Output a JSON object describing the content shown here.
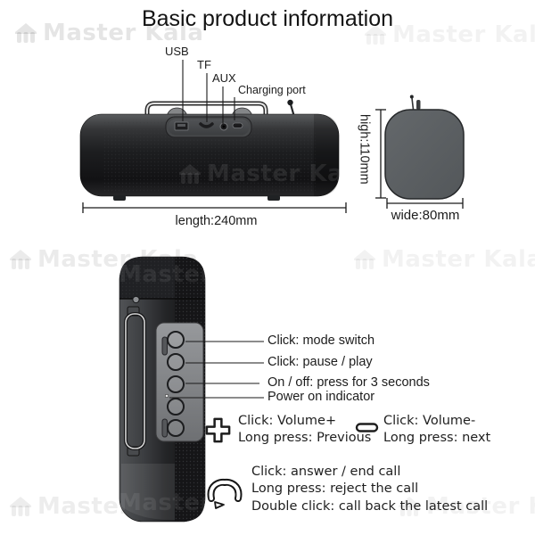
{
  "title": "Basic product information",
  "watermark": {
    "text": "Master Kala"
  },
  "top_view": {
    "ports": [
      {
        "label": "USB"
      },
      {
        "label": "TF"
      },
      {
        "label": "AUX"
      },
      {
        "label": "Charging port"
      }
    ],
    "length_label": "length:240mm"
  },
  "side_view": {
    "height_label": "high:110mm",
    "width_label": "wide:80mm"
  },
  "controls": {
    "button_labels": [
      {
        "label": "Click: mode switch"
      },
      {
        "label": "Click: pause / play"
      },
      {
        "label": "On / off: press for 3 seconds"
      },
      {
        "label": "Power on indicator"
      }
    ],
    "volume_plus": {
      "line1": "Click: Volume+",
      "line2": "Long press: Previous"
    },
    "volume_minus": {
      "line1": "Click: Volume-",
      "line2": "Long press: next"
    },
    "call": {
      "line1": "Click: answer / end call",
      "line2": "Long press: reject the call",
      "line3": "Double click: call back the latest call"
    }
  },
  "icons": {
    "plus": "plus-icon",
    "minus": "minus-icon",
    "phone": "phone-handset-icon",
    "logo": "house-logo-icon"
  },
  "colors": {
    "background": "#ffffff",
    "text": "#1c1c1c",
    "speaker_body_dark": "#141416",
    "speaker_panel_gray": "#8f9194",
    "side_view_gray": "#5d6164"
  }
}
